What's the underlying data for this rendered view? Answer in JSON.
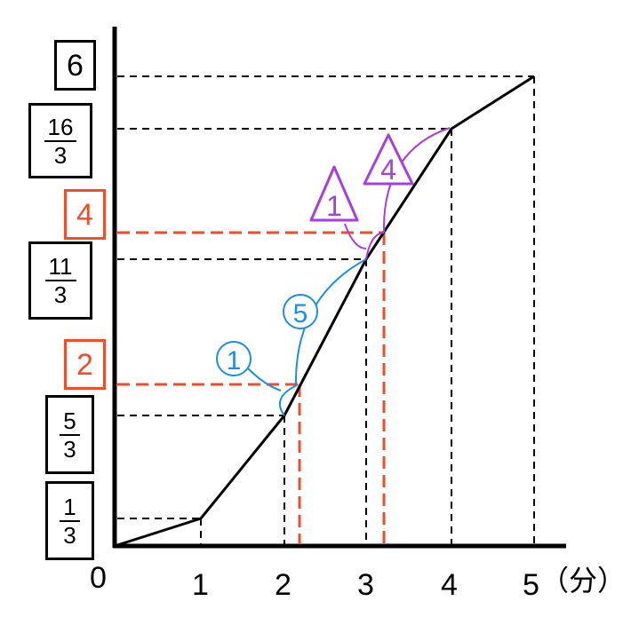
{
  "y_labels": [
    {
      "id": "six",
      "text": "6",
      "kind": "int",
      "color": "#000000"
    },
    {
      "id": "sixteen-thirds",
      "num": "16",
      "den": "3",
      "kind": "frac",
      "color": "#000000"
    },
    {
      "id": "four",
      "text": "4",
      "kind": "int",
      "color": "#ee4e2a"
    },
    {
      "id": "eleven-thirds",
      "num": "11",
      "den": "3",
      "kind": "frac",
      "color": "#000000"
    },
    {
      "id": "two",
      "text": "2",
      "kind": "int",
      "color": "#ee4e2a"
    },
    {
      "id": "five-thirds",
      "num": "5",
      "den": "3",
      "kind": "frac",
      "color": "#000000"
    },
    {
      "id": "one-third",
      "num": "1",
      "den": "3",
      "kind": "frac",
      "color": "#000000"
    }
  ],
  "x_ticks": [
    "0",
    "1",
    "2",
    "3",
    "4",
    "5"
  ],
  "x_unit": "（分）",
  "ratio_labels": {
    "blue_1": "1",
    "blue_5": "5",
    "purple_1": "1",
    "purple_4": "4"
  },
  "colors": {
    "axis": "#000000",
    "guide_red": "#ee4e2a",
    "ratio_blue": "#1e8fe0",
    "ratio_purple": "#a93ee0"
  },
  "graph_points": [
    [
      0,
      0
    ],
    [
      1,
      0.333
    ],
    [
      2,
      1.667
    ],
    [
      3,
      3.667
    ],
    [
      4,
      5.333
    ],
    [
      5,
      6
    ]
  ],
  "red_points": [
    [
      2.2,
      2
    ],
    [
      3.2,
      4
    ]
  ]
}
